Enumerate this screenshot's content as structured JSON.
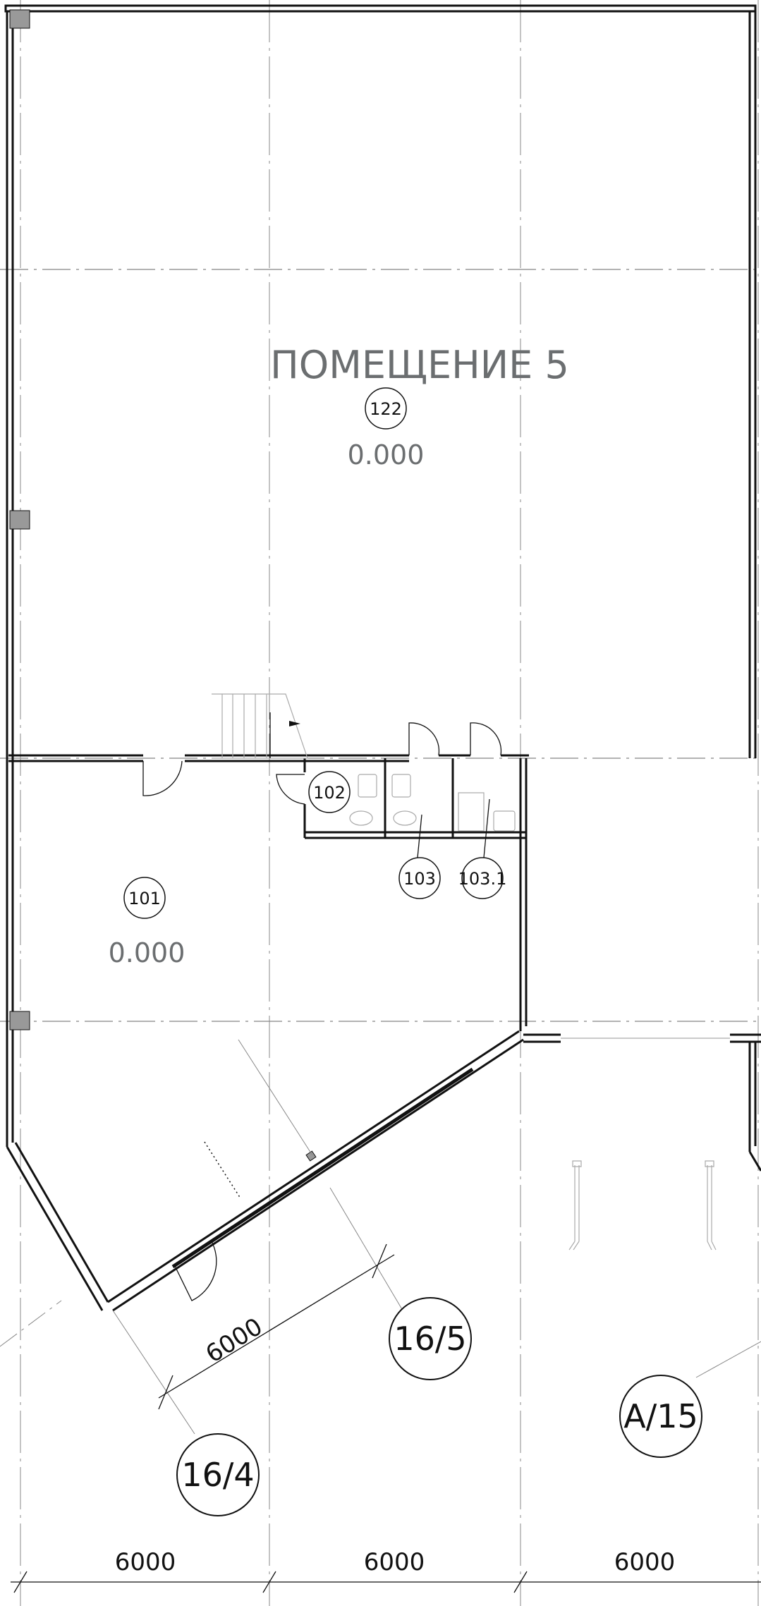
{
  "rooms": {
    "main_hall": {
      "name": "ПОМЕЩЕНИЕ 5",
      "number": "122",
      "level": "0.000"
    },
    "room_101": {
      "number": "101",
      "level": "0.000"
    },
    "room_102": {
      "number": "102"
    },
    "room_103": {
      "number": "103"
    },
    "room_103_1": {
      "number": "103.1"
    }
  },
  "axes": {
    "axis_16_4": "16/4",
    "axis_16_5": "16/5",
    "axis_a_15": "A/15"
  },
  "dimensions": {
    "diagonal": "6000",
    "bottom": [
      "6000",
      "6000",
      "6000"
    ]
  }
}
